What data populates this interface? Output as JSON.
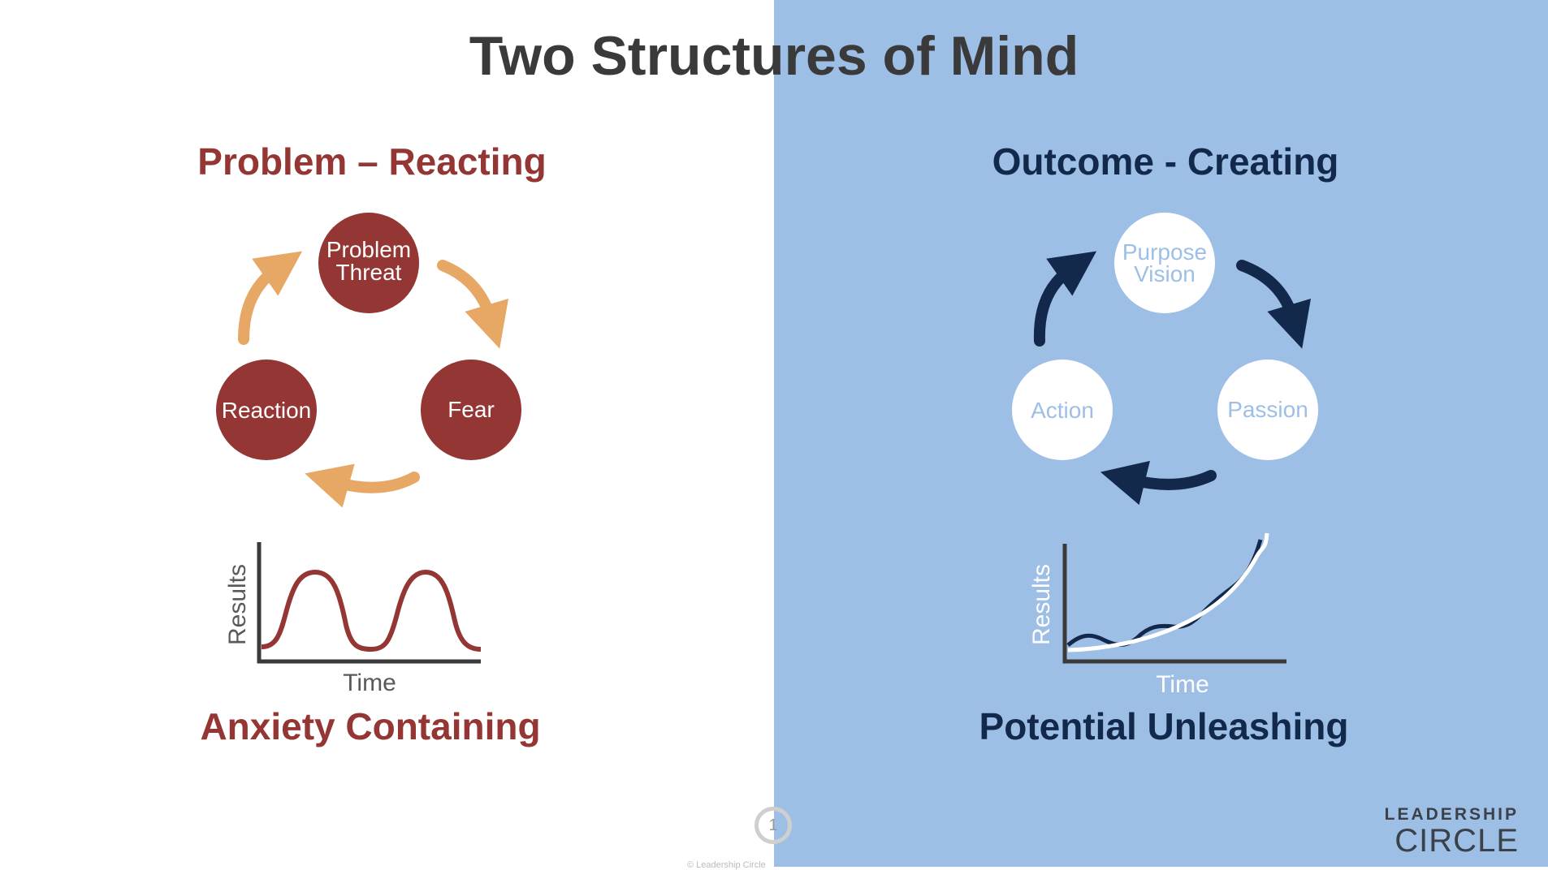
{
  "title": "Two Structures of Mind",
  "left": {
    "heading": "Problem – Reacting",
    "nodes": {
      "top_line1": "Problem",
      "top_line2": "Threat",
      "right": "Fear",
      "left": "Reaction"
    },
    "graph": {
      "ylabel": "Results",
      "xlabel": "Time"
    },
    "caption": "Anxiety Containing",
    "colors": {
      "text": "#943634",
      "node": "#943634",
      "arrow": "#e6a864"
    }
  },
  "right": {
    "heading": "Outcome - Creating",
    "nodes": {
      "top_line1": "Purpose",
      "top_line2": "Vision",
      "right": "Passion",
      "left": "Action"
    },
    "graph": {
      "ylabel": "Results",
      "xlabel": "Time"
    },
    "caption": "Potential Unleashing",
    "colors": {
      "text": "#13294b",
      "node": "#ffffff",
      "arrow": "#13294b",
      "panel": "#9dbfe6"
    }
  },
  "footer": {
    "page_number": "1",
    "copyright": "© Leadership Circle",
    "logo_line1": "LEADERSHIP",
    "logo_line2": "CIRCLE"
  }
}
